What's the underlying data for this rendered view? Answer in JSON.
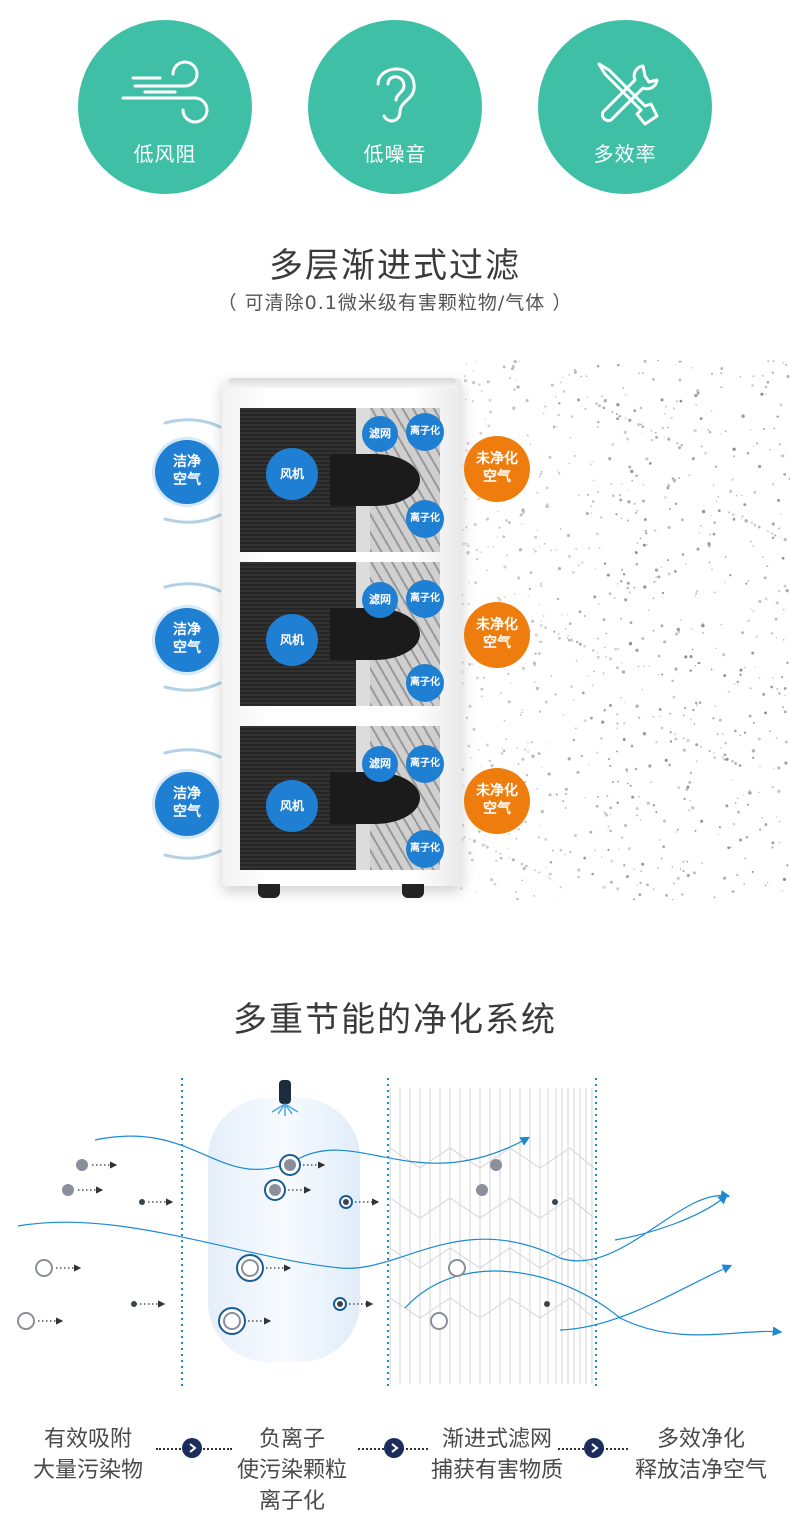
{
  "features": [
    {
      "label": "低风阻",
      "icon": "wind-icon"
    },
    {
      "label": "低噪音",
      "icon": "ear-icon"
    },
    {
      "label": "多效率",
      "icon": "tools-icon"
    }
  ],
  "section1": {
    "title": "多层渐进式过滤",
    "subtitle": "（ 可清除0.1微米级有害颗粒物/气体 ）"
  },
  "diagram": {
    "clean_air": "洁净\n空气",
    "fan": "风机",
    "filter": "滤网",
    "ionize": "离子化",
    "unpurified": "未净化\n空气"
  },
  "section2": {
    "title": "多重节能的净化系统"
  },
  "steps": [
    "有效吸附\n大量污染物",
    "负离子\n使污染颗粒\n离子化",
    "渐进式滤网\n捕获有害物质",
    "多效净化\n释放洁净空气"
  ],
  "colors": {
    "accent": "#3fc0a6",
    "clean_blue": "#1f7fd3",
    "dirty_orange": "#ef7d0d",
    "step_arrow": "#1c2c5c"
  }
}
